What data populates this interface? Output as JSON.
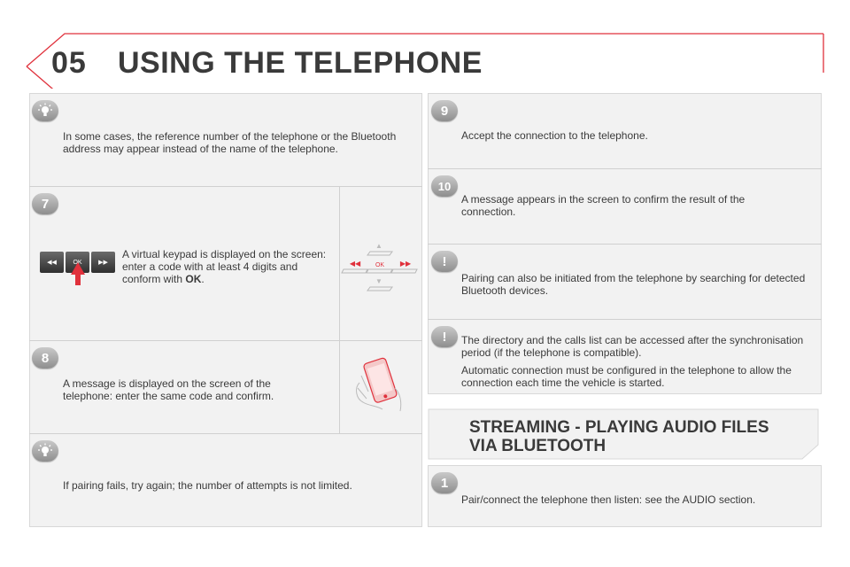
{
  "header": {
    "section_number": "05",
    "title": "USING THE TELEPHONE"
  },
  "left": {
    "note_top": "In some cases, the reference number of the telephone or the Bluetooth address may appear instead of the name of the telephone.",
    "step7": {
      "badge": "7",
      "text_a": "A virtual keypad is displayed on the screen: enter a code with at least 4 digits and conform with ",
      "text_b": "OK",
      "text_c": ".",
      "keypad_ok": "OK"
    },
    "step8": {
      "badge": "8",
      "text": "A message is displayed on the screen of the telephone: enter the same code and confirm."
    },
    "note_bottom": "If pairing fails, try again; the number of attempts is not limited."
  },
  "right": {
    "step9": {
      "badge": "9",
      "text": "Accept the connection to the telephone."
    },
    "step10": {
      "badge": "10",
      "text": "A message appears in the screen to confirm the result of the connection."
    },
    "warn1": "Pairing can also be initiated from the telephone by searching for detected Bluetooth devices.",
    "warn2_a": "The directory and the calls list can be accessed after the synchronisation period (if the telephone is compatible).",
    "warn2_b": "Automatic connection must be configured in the telephone to allow the connection each time the vehicle is started.",
    "streaming_title_1": "STREAMING - PLAYING AUDIO FILES",
    "streaming_title_2": "VIA BLUETOOTH",
    "step1": {
      "badge": "1",
      "text": "Pair/connect the telephone then listen: see the AUDIO section."
    }
  },
  "colors": {
    "header_red": "#e0313c",
    "panel": "#f2f2f2",
    "badge": "#9a9a9a"
  }
}
